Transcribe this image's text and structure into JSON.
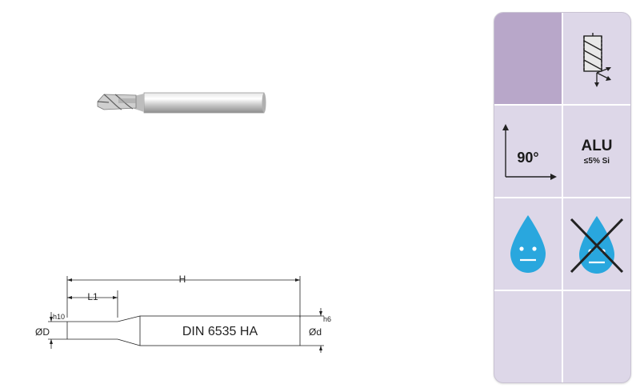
{
  "drawing": {
    "label_H": "H",
    "label_L1": "L1",
    "label_D": "ØD",
    "label_d": "Ød",
    "tol_D": "h10",
    "tol_d": "h6",
    "standard": "DIN 6535 HA"
  },
  "icons": {
    "angle_label": "90°",
    "material_label": "ALU",
    "material_sub": "≤5% Si",
    "coolant": "coolant-drop-icon",
    "no_coolant": "no-coolant-drop-icon"
  },
  "colors": {
    "panel_bg": "#ddd7e8",
    "highlight_cell": "#b8a7c9",
    "drop_blue": "#29a7de"
  }
}
